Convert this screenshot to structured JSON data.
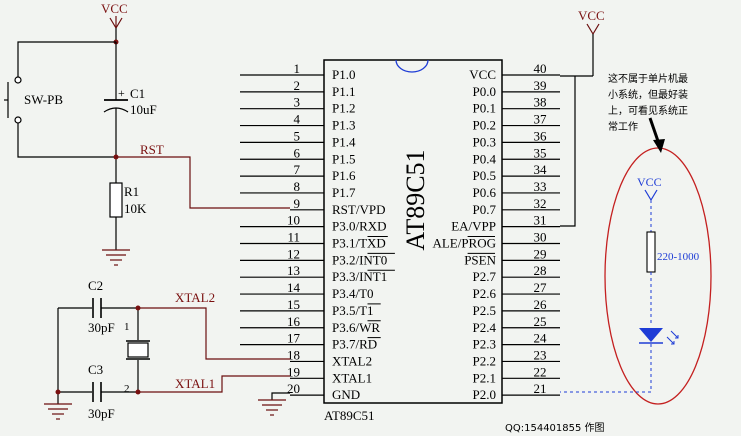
{
  "supply": {
    "vcc_label": "VCC"
  },
  "chip": {
    "name": "AT89C51",
    "part_label": "AT89C51",
    "left_pins": [
      {
        "num": "1",
        "name": "P1.0"
      },
      {
        "num": "2",
        "name": "P1.1"
      },
      {
        "num": "3",
        "name": "P1.2"
      },
      {
        "num": "4",
        "name": "P1.3"
      },
      {
        "num": "5",
        "name": "P1.4"
      },
      {
        "num": "6",
        "name": "P1.5"
      },
      {
        "num": "7",
        "name": "P1.6"
      },
      {
        "num": "8",
        "name": "P1.7"
      },
      {
        "num": "9",
        "name": "RST/VPD"
      },
      {
        "num": "10",
        "name": "P3.0/RXD"
      },
      {
        "num": "11",
        "name": "P3.1/TXD"
      },
      {
        "num": "12",
        "name": "P3.2/INT0"
      },
      {
        "num": "13",
        "name": "P3.3/INT1"
      },
      {
        "num": "14",
        "name": "P3.4/T0"
      },
      {
        "num": "15",
        "name": "P3.5/T1"
      },
      {
        "num": "16",
        "name": "P3.6/WR"
      },
      {
        "num": "17",
        "name": "P3.7/RD"
      },
      {
        "num": "18",
        "name": "XTAL2"
      },
      {
        "num": "19",
        "name": "XTAL1"
      },
      {
        "num": "20",
        "name": "GND"
      }
    ],
    "right_pins": [
      {
        "num": "40",
        "name": "VCC"
      },
      {
        "num": "39",
        "name": "P0.0"
      },
      {
        "num": "38",
        "name": "P0.1"
      },
      {
        "num": "37",
        "name": "P0.2"
      },
      {
        "num": "36",
        "name": "P0.3"
      },
      {
        "num": "35",
        "name": "P0.4"
      },
      {
        "num": "34",
        "name": "P0.5"
      },
      {
        "num": "33",
        "name": "P0.6"
      },
      {
        "num": "32",
        "name": "P0.7"
      },
      {
        "num": "31",
        "name": "EA/VPP"
      },
      {
        "num": "30",
        "name": "ALE/PROG"
      },
      {
        "num": "29",
        "name": "PSEN"
      },
      {
        "num": "28",
        "name": "P2.7"
      },
      {
        "num": "27",
        "name": "P2.6"
      },
      {
        "num": "26",
        "name": "P2.5"
      },
      {
        "num": "25",
        "name": "P2.4"
      },
      {
        "num": "24",
        "name": "P2.3"
      },
      {
        "num": "23",
        "name": "P2.2"
      },
      {
        "num": "22",
        "name": "P2.1"
      },
      {
        "num": "21",
        "name": "P2.0"
      }
    ]
  },
  "components": {
    "switch": "SW-PB",
    "c1_name": "C1",
    "c1_value": "10uF",
    "c1_plus": "+",
    "r1_name": "R1",
    "r1_value": "10K",
    "rst_net": "RST",
    "c2_name": "C2",
    "c2_value": "30pF",
    "c3_name": "C3",
    "c3_value": "30pF",
    "xtal2_net": "XTAL2",
    "xtal1_net": "XTAL1",
    "crystal_pin1": "1",
    "crystal_pin2": "2",
    "led_resistor": "220-1000"
  },
  "annotation": {
    "lines": [
      "这不属于单片机最",
      "小系统，但最好装",
      "上，可看见系统正",
      "常工作"
    ]
  },
  "footer": {
    "credit": "QQ:154401855 作图"
  }
}
